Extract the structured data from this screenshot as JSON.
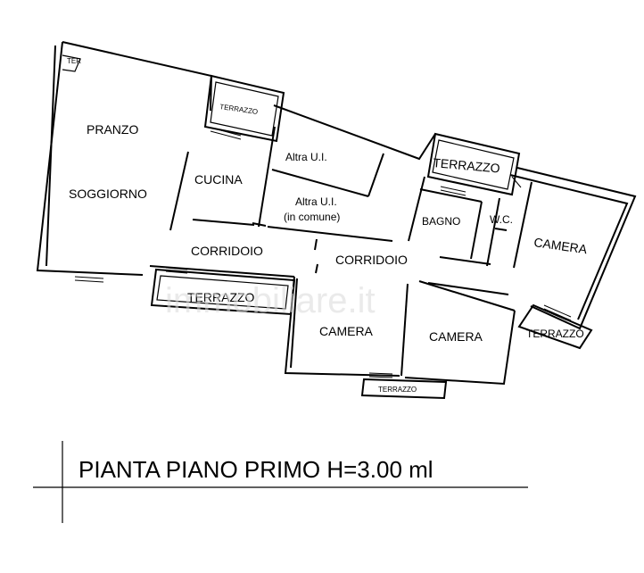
{
  "plan": {
    "rooms": {
      "ter_small": "TER",
      "terrazzo_top": "TERRAZZO",
      "pranzo": "PRANZO",
      "soggiorno": "SOGGIORNO",
      "cucina": "CUCINA",
      "altra_ui": "Altra U.I.",
      "altra_ui_comune_1": "Altra U.I.",
      "altra_ui_comune_2": "(in comune)",
      "terrazzo_mid": "TERRAZZO",
      "bagno": "BAGNO",
      "wc": "W.C.",
      "camera_right": "CAMERA",
      "corridoio_left": "CORRIDOIO",
      "corridoio_right": "CORRIDOIO",
      "terrazzo_left": "TERRAZZO",
      "camera_mid": "CAMERA",
      "camera_center": "CAMERA",
      "terrazzo_right": "TERRAZZO",
      "terrazzo_bottom": "TERRAZZO"
    },
    "watermark": "immobiliare.it",
    "title": "PIANTA PIANO PRIMO H=3.00 ml"
  }
}
